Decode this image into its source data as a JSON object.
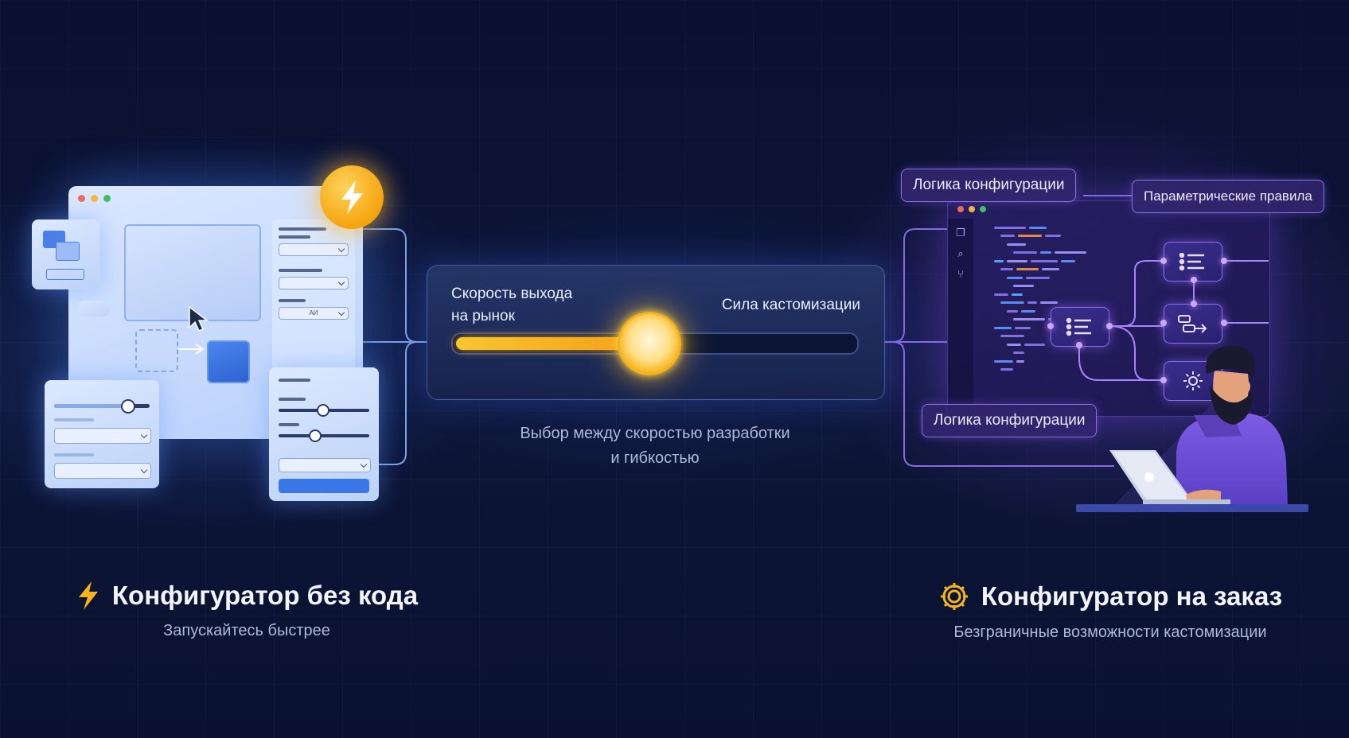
{
  "slider": {
    "left_label_line1": "Скорость выхода",
    "left_label_line2": "на рынок",
    "right_label": "Сила кастомизации",
    "value_fraction": 0.49
  },
  "caption": {
    "line1": "Выбор между скоростью разработки",
    "line2": "и гибкостью"
  },
  "left_panel": {
    "select_value": "АИ"
  },
  "right_panel": {
    "tag_top_left": "Логика конфигурации",
    "tag_top_right": "Параметрические правила",
    "tag_bottom": "Логика конфигурации"
  },
  "left_title": {
    "title": "Конфигуратор без кода",
    "subtitle": "Запускайтесь быстрее",
    "icon": "lightning-icon"
  },
  "right_title": {
    "title": "Конфигуратор на заказ",
    "subtitle": "Безграничные возможности кастомизации",
    "icon": "gear-icon"
  },
  "colors": {
    "background": "#0b1230",
    "accent_gold": "#f5a40e",
    "accent_blue": "#4a86f0",
    "accent_purple": "#8c6cf2"
  }
}
